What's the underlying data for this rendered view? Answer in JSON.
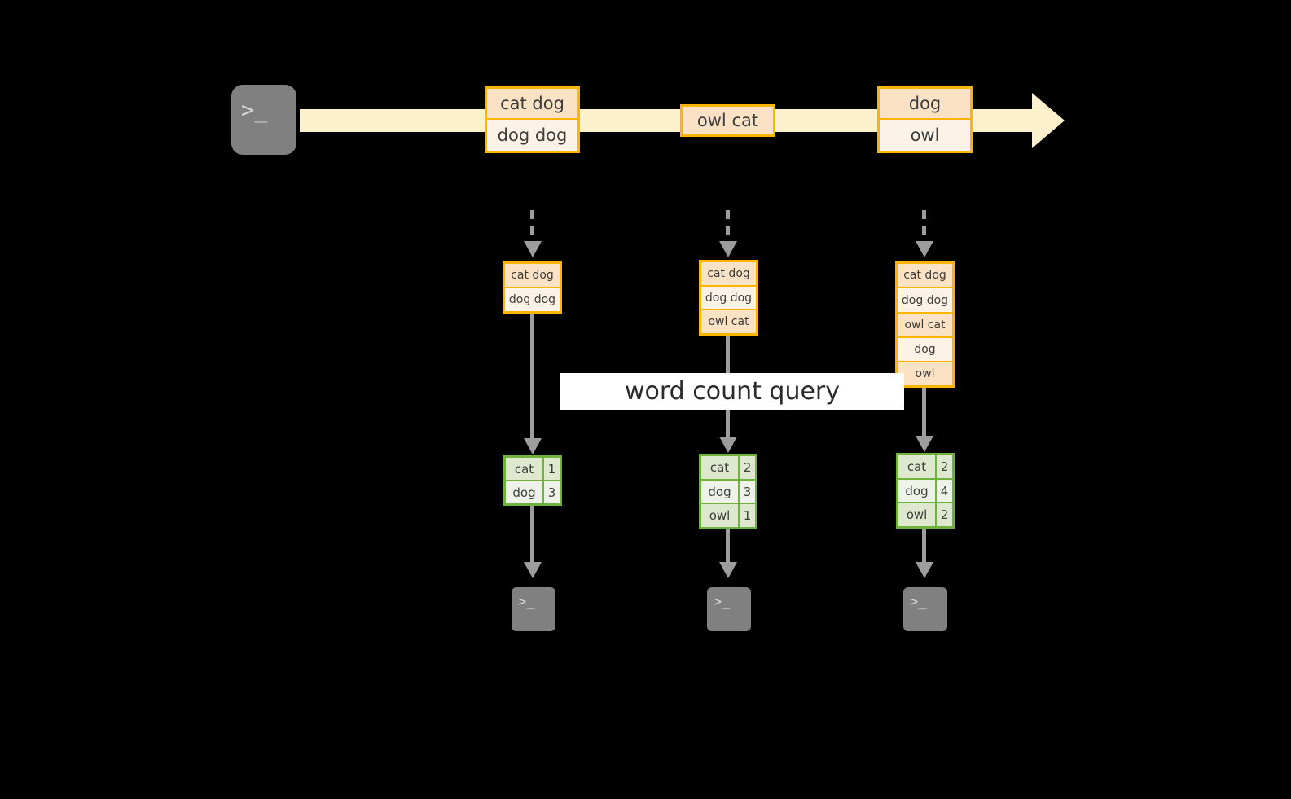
{
  "diagram": {
    "title_banner": "word count query",
    "colors": {
      "background": "#000000",
      "stream_band": "#fdf0cd",
      "record_border": "#ffb400",
      "record_fill_a": "#fce2c4",
      "record_fill_b": "#fdf2e6",
      "result_border": "#6fb23c",
      "result_fill_a": "#dde8cf",
      "result_fill_b": "#eef3e9",
      "connector": "#9d9d9d",
      "terminal_fill": "#808080",
      "banner_fill": "#ffffff",
      "text": "#3d3d3d"
    },
    "source_terminal": {
      "icon": "terminal-prompt-icon",
      "glyph": ">_"
    },
    "stream": {
      "direction": "left-to-right",
      "arrow_icon": "stream-arrow-icon",
      "records": [
        {
          "lines": [
            "cat dog",
            "dog dog"
          ]
        },
        {
          "lines": [
            "owl cat"
          ]
        },
        {
          "lines": [
            "dog",
            "owl"
          ]
        }
      ]
    },
    "snapshots": [
      {
        "ingest_arrow_icon": "dashed-down-arrow-icon",
        "buffer_lines": [
          "cat dog",
          "dog dog"
        ],
        "results": {
          "rows": [
            {
              "word": "cat",
              "count": "1"
            },
            {
              "word": "dog",
              "count": "3"
            }
          ]
        },
        "sink_terminal": {
          "icon": "terminal-prompt-icon",
          "glyph": ">_"
        }
      },
      {
        "ingest_arrow_icon": "dashed-down-arrow-icon",
        "buffer_lines": [
          "cat dog",
          "dog dog",
          "owl cat"
        ],
        "results": {
          "rows": [
            {
              "word": "cat",
              "count": "2"
            },
            {
              "word": "dog",
              "count": "3"
            },
            {
              "word": "owl",
              "count": "1"
            }
          ]
        },
        "sink_terminal": {
          "icon": "terminal-prompt-icon",
          "glyph": ">_"
        }
      },
      {
        "ingest_arrow_icon": "dashed-down-arrow-icon",
        "buffer_lines": [
          "cat dog",
          "dog dog",
          "owl cat",
          "dog",
          "owl"
        ],
        "results": {
          "rows": [
            {
              "word": "cat",
              "count": "2"
            },
            {
              "word": "dog",
              "count": "4"
            },
            {
              "word": "owl",
              "count": "2"
            }
          ]
        },
        "sink_terminal": {
          "icon": "terminal-prompt-icon",
          "glyph": ">_"
        }
      }
    ]
  }
}
